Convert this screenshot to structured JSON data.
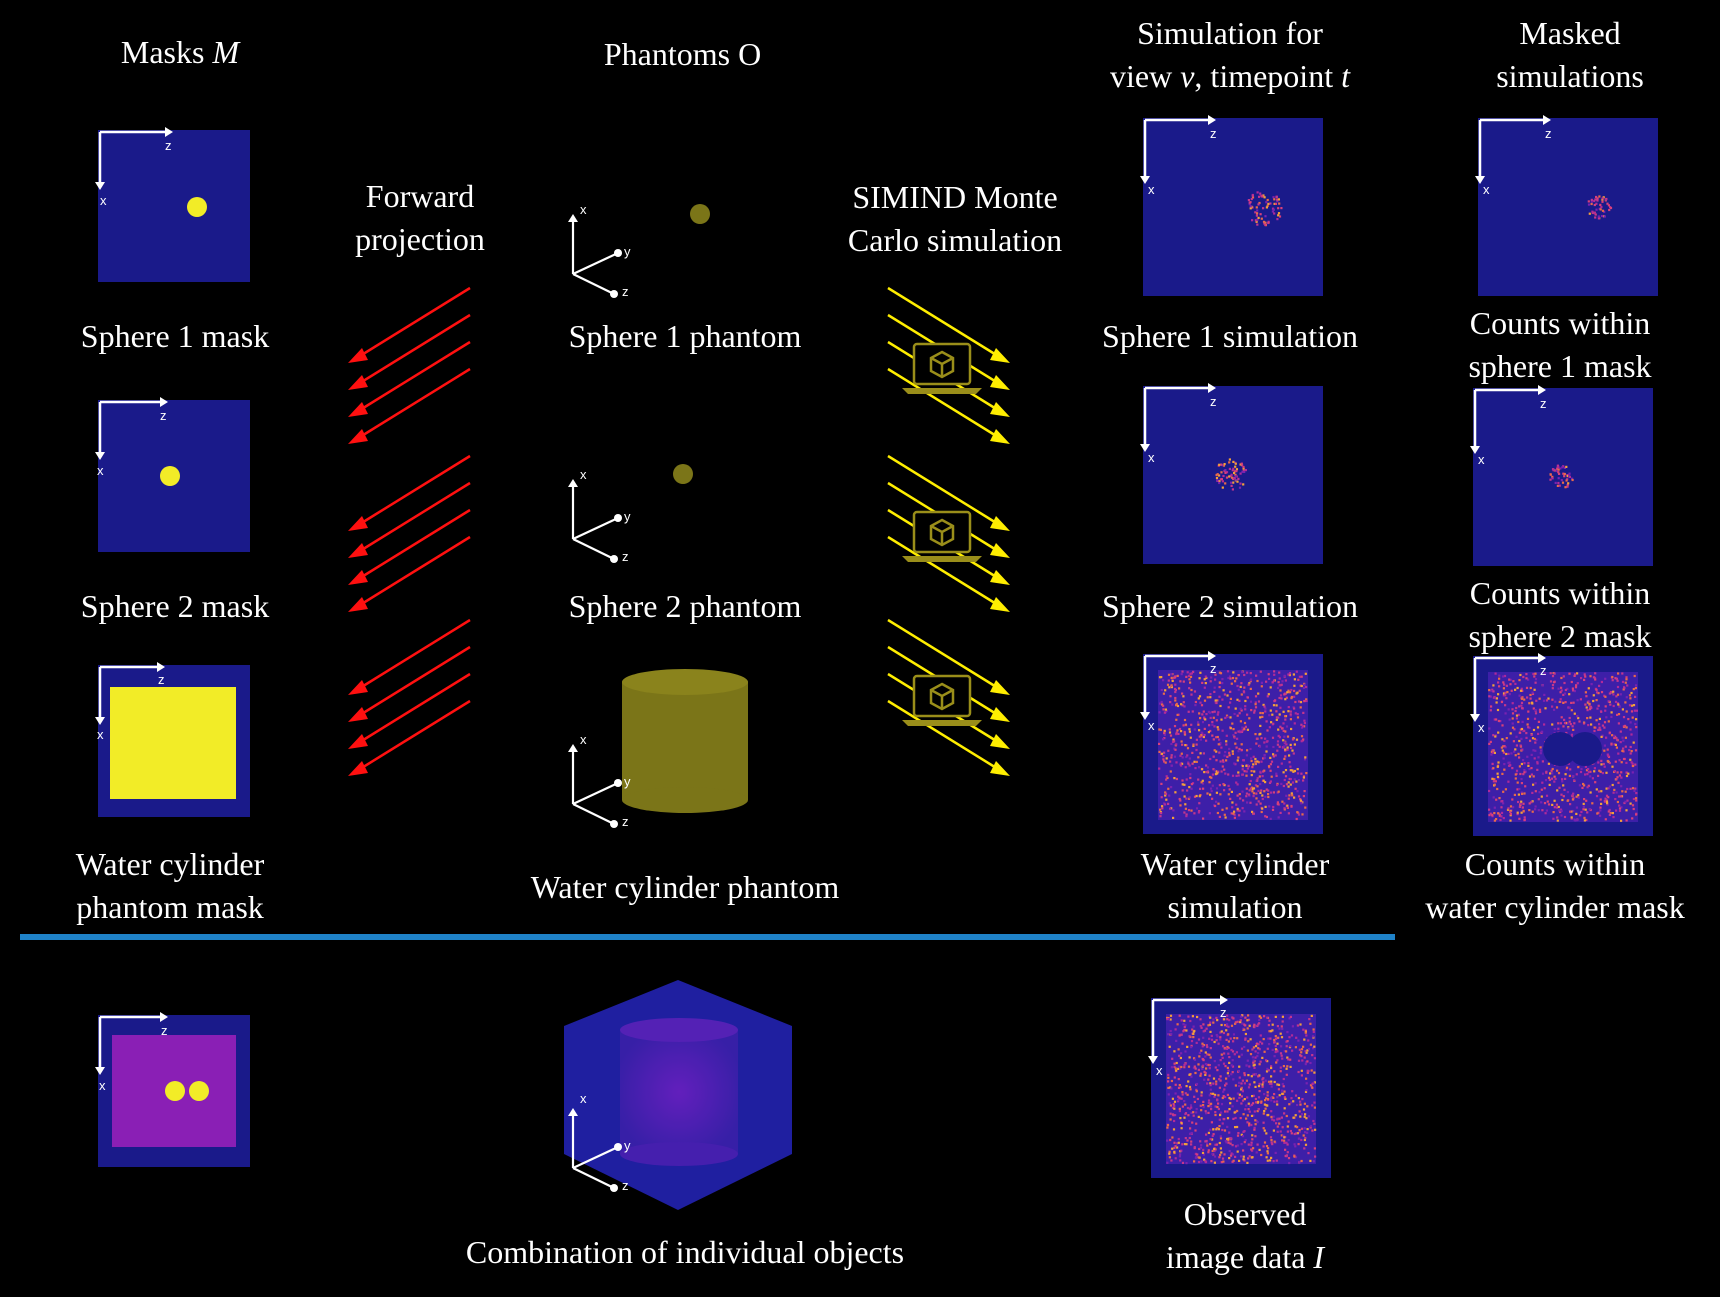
{
  "headers": {
    "masks": "Masks",
    "masks_sym": "M",
    "phantoms": "Phantoms",
    "phantoms_sym": "O",
    "sim_line1": "Simulation for",
    "sim_line2_a": "view",
    "sim_line2_v": "v",
    "sim_line2_b": ", timepoint",
    "sim_line2_t": "t",
    "masked_line1": "Masked",
    "masked_line2": "simulations"
  },
  "steps": {
    "forward_line1": "Forward",
    "forward_line2": "projection",
    "simind_line1": "SIMIND Monte",
    "simind_line2": "Carlo simulation"
  },
  "rows": [
    {
      "mask_label": "Sphere 1 mask",
      "phantom_label": "Sphere 1 phantom",
      "sim_label": "Sphere 1 simulation",
      "masked_label_1": "Counts within",
      "masked_label_2": "sphere 1 mask"
    },
    {
      "mask_label": "Sphere 2 mask",
      "phantom_label": "Sphere 2 phantom",
      "sim_label": "Sphere 2 simulation",
      "masked_label_1": "Counts within",
      "masked_label_2": "sphere 2 mask"
    },
    {
      "mask_label_1": "Water cylinder",
      "mask_label_2": "phantom mask",
      "phantom_label": "Water cylinder phantom",
      "sim_label_1": "Water cylinder",
      "sim_label_2": "simulation",
      "masked_label_1": "Counts within",
      "masked_label_2": "water cylinder mask"
    }
  ],
  "combined": {
    "label": "Combination of individual objects",
    "observed_1": "Observed",
    "observed_2a": "image data",
    "observed_2b": "I"
  },
  "axes": {
    "z": "z",
    "x": "x",
    "y": "y"
  },
  "colors": {
    "panel": "#1a1a8a",
    "mask_yellow": "#f2ec27",
    "phantom_olive": "#7b7518",
    "forward_arrow": "#ff1010",
    "simind_arrow": "#ffee00",
    "divider": "#1f82c8",
    "combined_purple": "#8a1fb5"
  },
  "icons": [
    "laptop-cube-icon"
  ]
}
